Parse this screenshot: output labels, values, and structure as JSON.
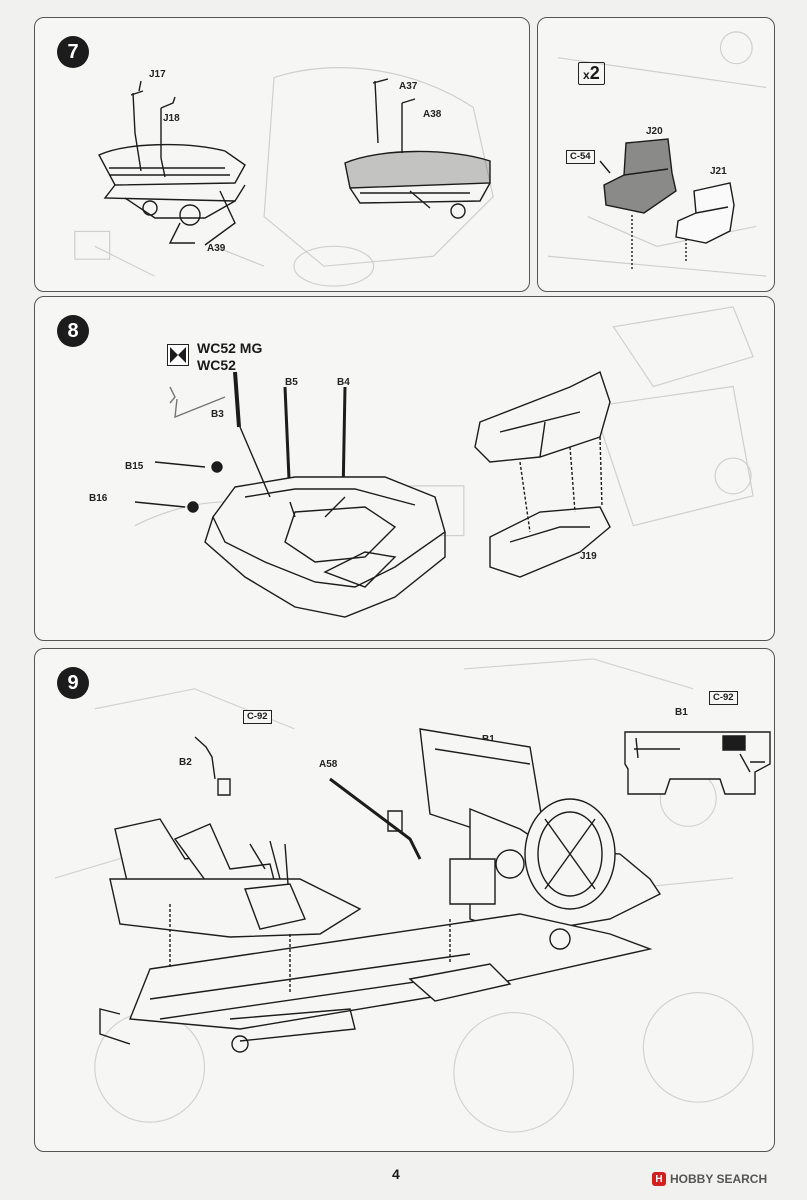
{
  "steps": {
    "s7": {
      "number": "7",
      "labels": {
        "j17": "J17",
        "j18": "J18",
        "a39": "A39",
        "a37": "A37",
        "a38": "A38"
      }
    },
    "s10": {
      "quantity_prefix": "x",
      "quantity": "2",
      "labels": {
        "c54": "C-54",
        "j20": "J20",
        "j21": "J21"
      }
    },
    "s8": {
      "number": "8",
      "variant_line1": "WC52 MG",
      "variant_line2": "WC52",
      "labels": {
        "b3": "B3",
        "b5": "B5",
        "b4": "B4",
        "b15": "B15",
        "b16": "B16",
        "j19": "J19"
      }
    },
    "s9": {
      "number": "9",
      "labels": {
        "c92": "C-92",
        "b2": "B2",
        "a58": "A58",
        "b1": "B1",
        "inset_b1": "B1",
        "inset_c92": "C-92"
      }
    }
  },
  "page": {
    "number": "4"
  },
  "watermark": {
    "mark": "H",
    "text": "HOBBY SEARCH"
  },
  "colors": {
    "ink": "#1c1c1c",
    "paper": "#f1f1ef",
    "ghost": "#c8c8c8",
    "seat_fill": "#8a8a88"
  }
}
